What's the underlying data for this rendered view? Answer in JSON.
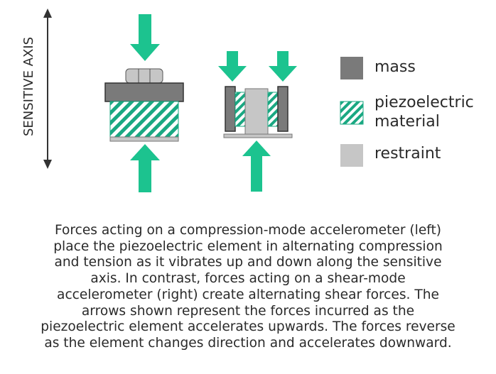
{
  "axis_label": "SENSITIVE AXIS",
  "legend": {
    "mass": "mass",
    "piezo_line1": "piezoelectric",
    "piezo_line2": "material",
    "restraint": "restraint"
  },
  "colors": {
    "arrow": "#1cc38f",
    "mass": "#7a7a7a",
    "mass_dark": "#333333",
    "restraint": "#c6c6c6",
    "piezo_stripe": "#1aa882",
    "axis": "#333333"
  },
  "caption": "Forces acting on a compression-mode accelerometer (left)\nplace the piezoelectric element in alternating compression\nand tension as it vibrates up and down along the sensitive\naxis.  In contrast, forces acting on a shear-mode\naccelerometer (right) create alternating shear forces.  The\narrows shown represent the forces incurred as the\npiezoelectric element accelerates upwards.  The forces reverse\nas the element changes direction and accelerates downward."
}
